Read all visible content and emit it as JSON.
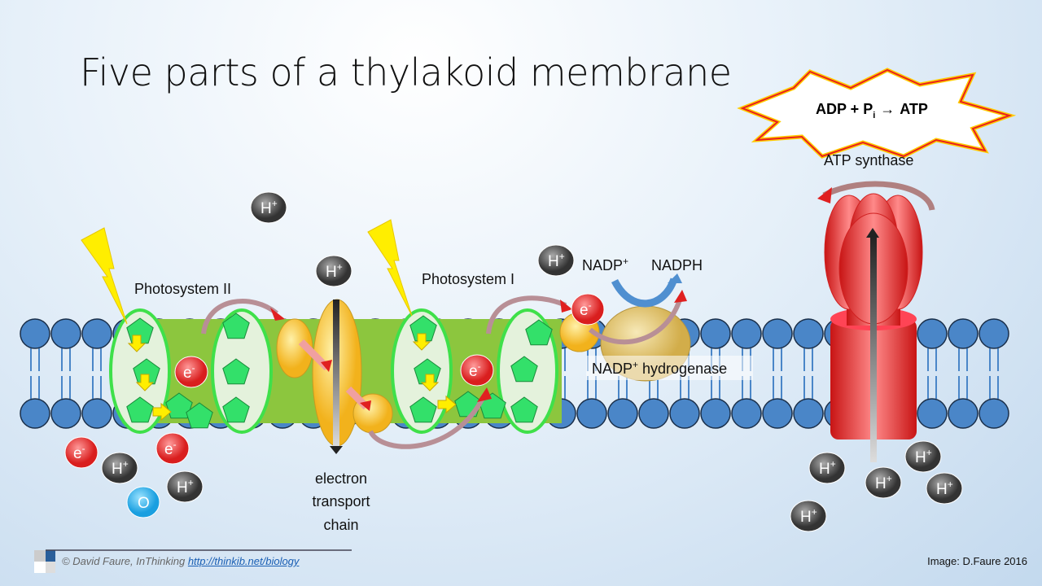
{
  "title": "Five parts of a thylakoid membrane",
  "labels": {
    "psii": "Photosystem II",
    "psi": "Photosystem I",
    "etc": [
      "electron",
      "transport",
      "chain"
    ],
    "nadp": "NADP",
    "nadp_sup": "+",
    "nadph": "NADPH",
    "hydrogenase": "NADP",
    "hydrogenase_rest": " hydrogenase",
    "atp_synthase": "ATP synthase",
    "reaction": {
      "a": "ADP + P",
      "sub": "i",
      "arrow": "→",
      "b": "ATP"
    }
  },
  "ions": {
    "h": "H",
    "h_sup": "+",
    "e": "e",
    "e_sup": "-",
    "o": "O"
  },
  "footer": {
    "copyright": "© David Faure, InThinking ",
    "link": "http://thinkib.net/biology",
    "credit": "Image: D.Faure 2016"
  },
  "colors": {
    "lipid": "#4a86c8",
    "band": "#8cc63e",
    "pentagon": "#33e06a",
    "ellipse_border": "#3fe04a",
    "electron": "#e83c3c",
    "proton": "#555555",
    "atp_synthase": "#ef3b3b"
  }
}
